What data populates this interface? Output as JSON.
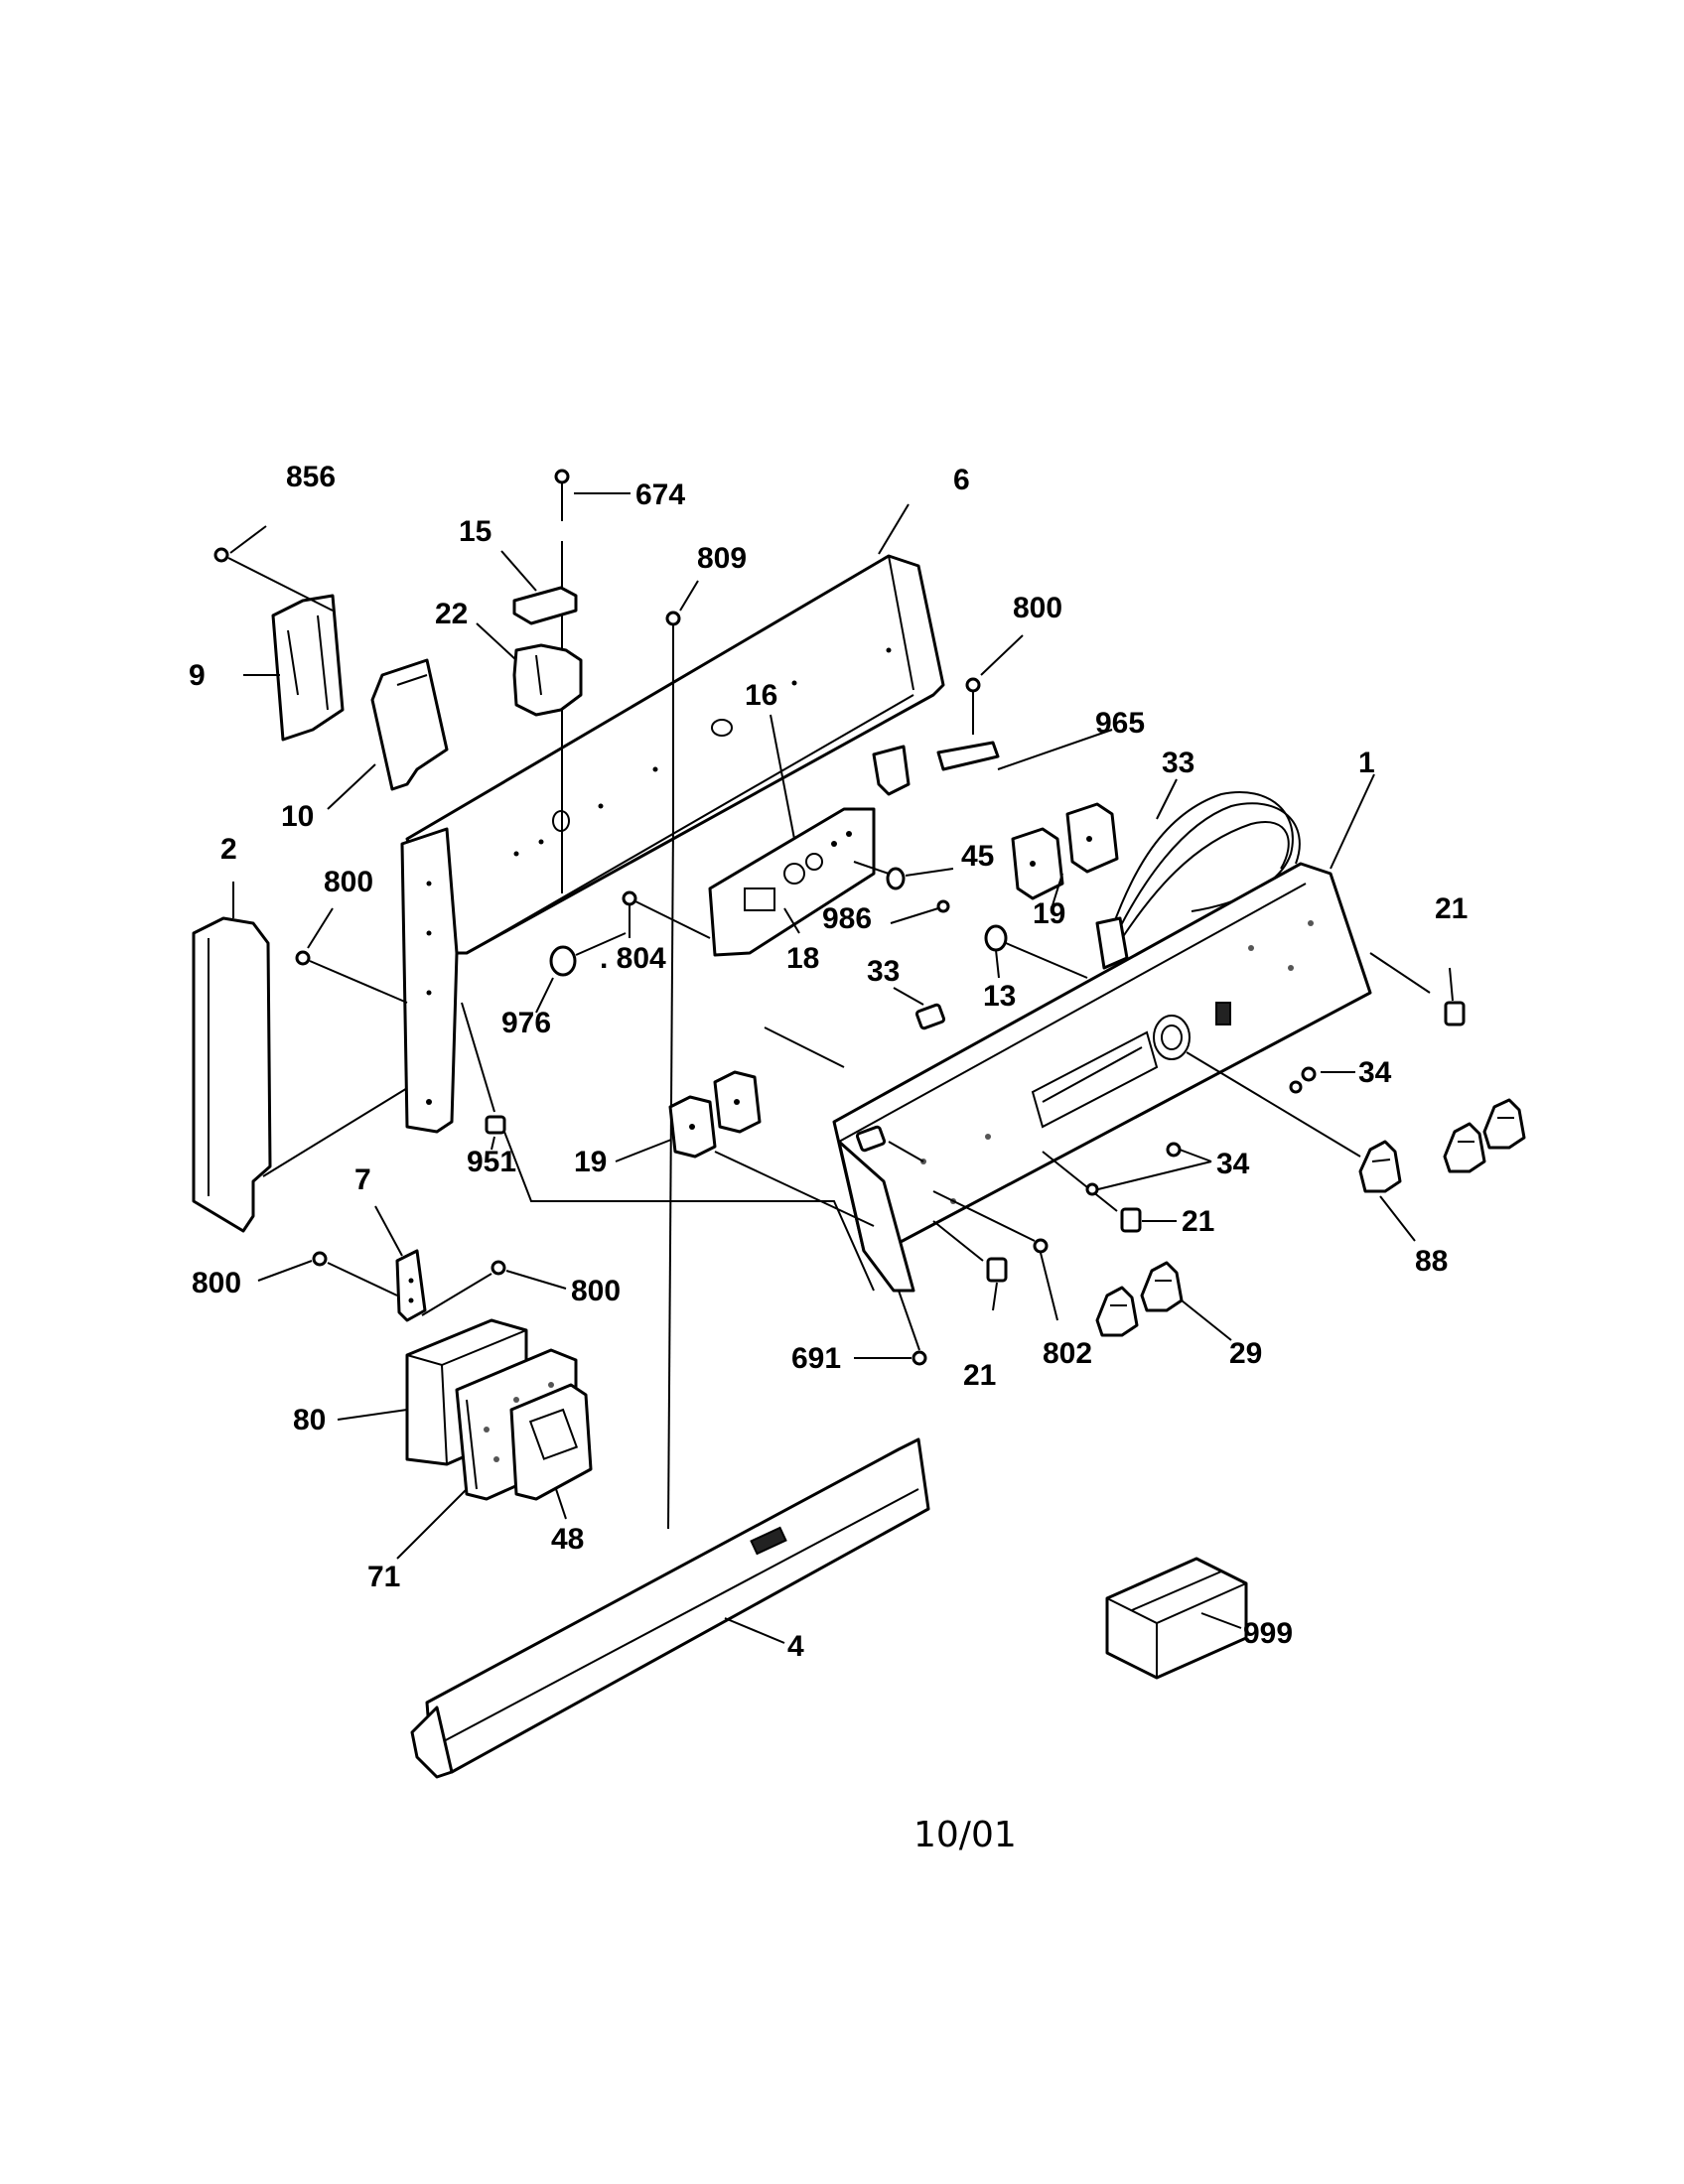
{
  "page": {
    "footer": "10/01"
  },
  "callouts": {
    "p856": "856",
    "p674": "674",
    "p15": "15",
    "p6": "6",
    "p809": "809",
    "p22": "22",
    "p800a": "800",
    "p9": "9",
    "p16": "16",
    "p965": "965",
    "p33a": "33",
    "p1": "1",
    "p10": "10",
    "p45": "45",
    "p2": "2",
    "p800b": "800",
    "p986": "986",
    "p19a": "19",
    "p21a": "21",
    "p18": "18",
    "p804": ". 804",
    "p13": "13",
    "p976": "976",
    "p33b": "33",
    "p34a": "34",
    "p19b": "19",
    "p951": "951",
    "p34b": "34",
    "p88": "88",
    "p7": "7",
    "p21b": "21",
    "p800c": "800",
    "p800d": "800",
    "p691": "691",
    "p21c": "21",
    "p802": "802",
    "p29": "29",
    "p80": "80",
    "p48": "48",
    "p71": "71",
    "p4": "4",
    "p999": "999"
  }
}
